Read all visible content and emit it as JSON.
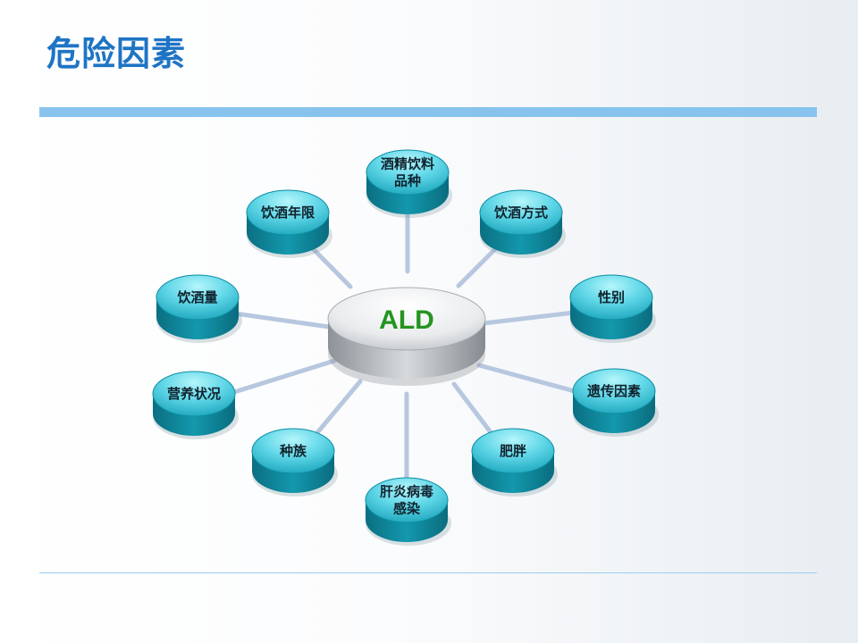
{
  "slide": {
    "title": "危险因素"
  },
  "diagram": {
    "center": {
      "label": "ALD"
    },
    "nodes": [
      {
        "id": "beverage-type",
        "lines": [
          "酒精饮料",
          "品种"
        ]
      },
      {
        "id": "drinking-method",
        "lines": [
          "饮酒方式"
        ]
      },
      {
        "id": "gender",
        "lines": [
          "性别"
        ]
      },
      {
        "id": "genetic-factors",
        "lines": [
          "遗传因素"
        ]
      },
      {
        "id": "obesity",
        "lines": [
          "肥胖"
        ]
      },
      {
        "id": "hepatitis-infection",
        "lines": [
          "肝炎病毒",
          "感染"
        ]
      },
      {
        "id": "ethnicity",
        "lines": [
          "种族"
        ]
      },
      {
        "id": "nutrition-status",
        "lines": [
          "营养状况"
        ]
      },
      {
        "id": "drinking-amount",
        "lines": [
          "饮酒量"
        ]
      },
      {
        "id": "drinking-years",
        "lines": [
          "饮酒年限"
        ]
      }
    ]
  },
  "colors": {
    "title": "#1e74c4",
    "rule": "#88c3ee",
    "node_top_light": "#9ff0f8",
    "node_top_dark": "#17a9be",
    "node_side": "#0f7f90",
    "center_text": "#23951f",
    "connector": "#b7c7df"
  }
}
